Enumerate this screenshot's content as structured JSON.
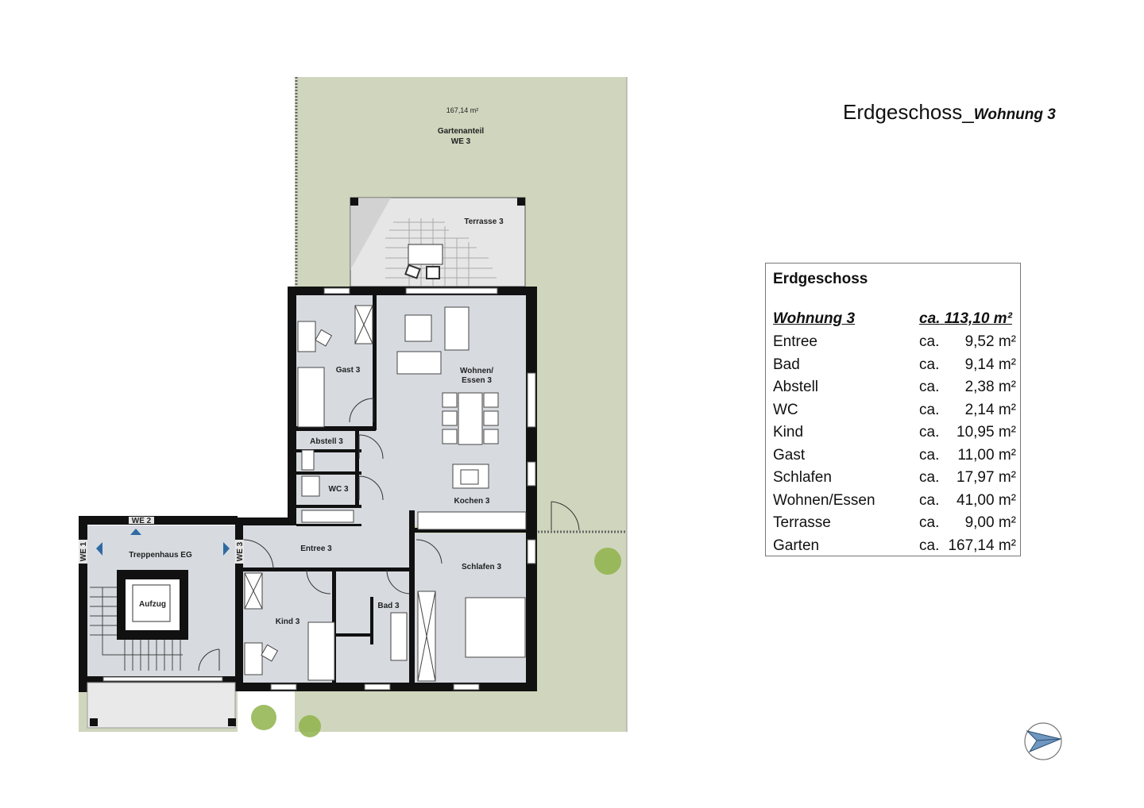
{
  "header": {
    "title_main": "Erdgeschoss_",
    "title_sub": "Wohnung 3"
  },
  "area_table": {
    "heading": "Erdgeschoss",
    "total": {
      "name": "Wohnung 3",
      "prefix": "ca.",
      "value": "113,10 m²"
    },
    "rows": [
      {
        "name": "Entree",
        "prefix": "ca.",
        "value": "9,52 m²"
      },
      {
        "name": "Bad",
        "prefix": "ca.",
        "value": "9,14 m²"
      },
      {
        "name": "Abstell",
        "prefix": "ca.",
        "value": "2,38 m²"
      },
      {
        "name": "WC",
        "prefix": "ca.",
        "value": "2,14 m²"
      },
      {
        "name": "Kind",
        "prefix": "ca.",
        "value": "10,95 m²"
      },
      {
        "name": "Gast",
        "prefix": "ca.",
        "value": "11,00 m²"
      },
      {
        "name": "Schlafen",
        "prefix": "ca.",
        "value": "17,97 m²"
      },
      {
        "name": "Wohnen/Essen",
        "prefix": "ca.",
        "value": "41,00 m²"
      },
      {
        "name": "Terrasse",
        "prefix": "ca.",
        "value": "9,00 m²"
      },
      {
        "name": "Garten",
        "prefix": "ca.",
        "value": "167,14 m²"
      }
    ]
  },
  "plan": {
    "garden": {
      "area": "167,14 m²",
      "label_line1": "Gartenanteil",
      "label_line2": "WE 3"
    },
    "rooms": {
      "terrasse": "Terrasse 3",
      "gast": "Gast 3",
      "wohnen_line1": "Wohnen/",
      "wohnen_line2": "Essen 3",
      "abstell": "Abstell 3",
      "wc": "WC 3",
      "kochen": "Kochen 3",
      "entree": "Entree 3",
      "schlafen": "Schlafen 3",
      "kind": "Kind 3",
      "bad": "Bad 3",
      "treppenhaus": "Treppenhaus EG",
      "aufzug": "Aufzug"
    },
    "unit_tags": {
      "we1": "WE 1",
      "we2": "WE 2",
      "we3": "WE 3"
    }
  },
  "colors": {
    "garden": "#cfd6bd",
    "room": "#d7dbe0",
    "wall": "#111111",
    "arrow": "#2f6aa3",
    "north_fill": "#6f97c0"
  },
  "north_arrow": {
    "icon": "north-arrow-icon"
  }
}
